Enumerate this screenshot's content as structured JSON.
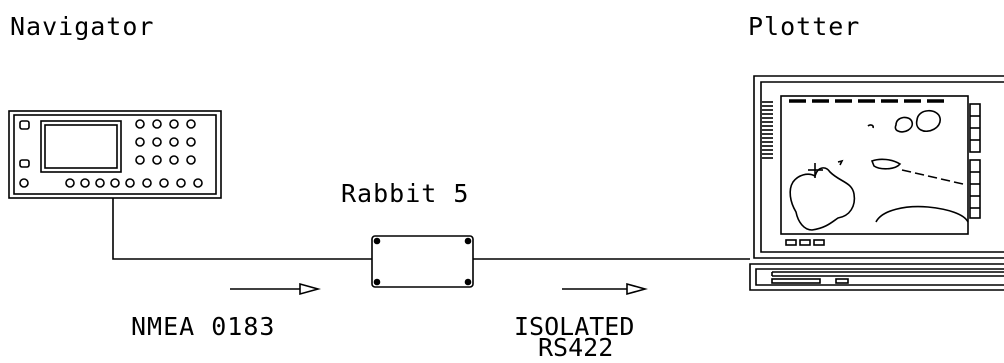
{
  "labels": {
    "navigator": "Navigator",
    "plotter": "Plotter",
    "device": "Rabbit 5",
    "input_signal": "NMEA 0183",
    "output_signal_line1": "ISOLATED",
    "output_signal_line2": "RS422"
  },
  "colors": {
    "line": "#000000",
    "background": "#ffffff"
  }
}
